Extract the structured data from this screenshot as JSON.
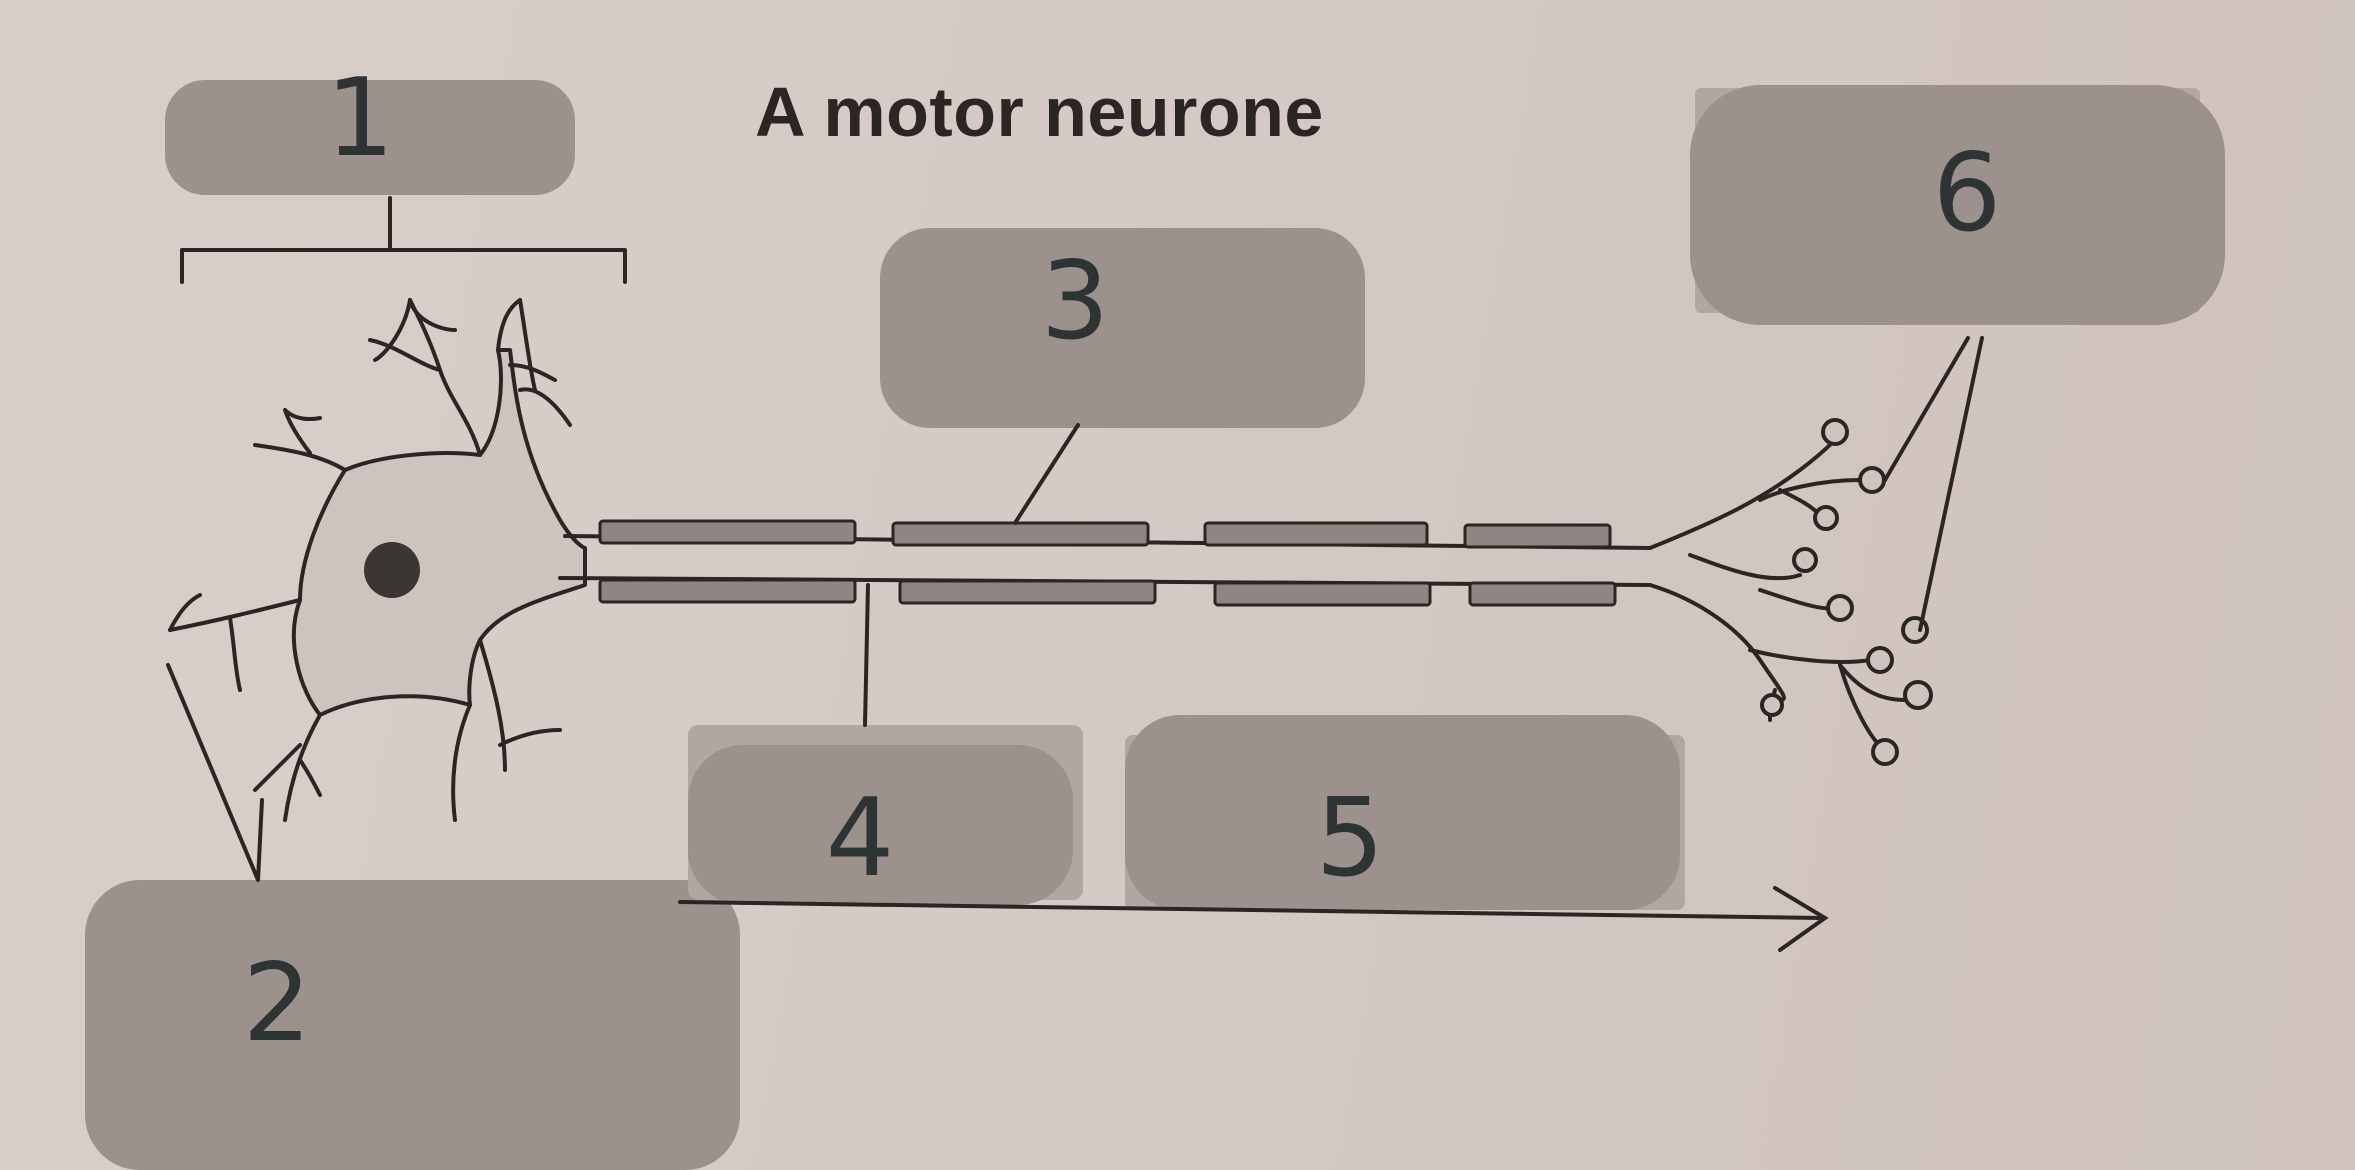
{
  "title": "A motor neurone",
  "labels": [
    {
      "id": "1",
      "text": "1"
    },
    {
      "id": "2",
      "text": "2"
    },
    {
      "id": "3",
      "text": "3"
    },
    {
      "id": "4",
      "text": "4"
    },
    {
      "id": "5",
      "text": "5"
    },
    {
      "id": "6",
      "text": "6"
    }
  ],
  "colors": {
    "paper": "#d6cbc6",
    "line": "#2b2624",
    "myelin": "#8f8582",
    "cover_box": "#9b908c",
    "cell_fill": "#cfc6c2",
    "nucleus": "#3a3634",
    "label_text": "#2e3334"
  }
}
